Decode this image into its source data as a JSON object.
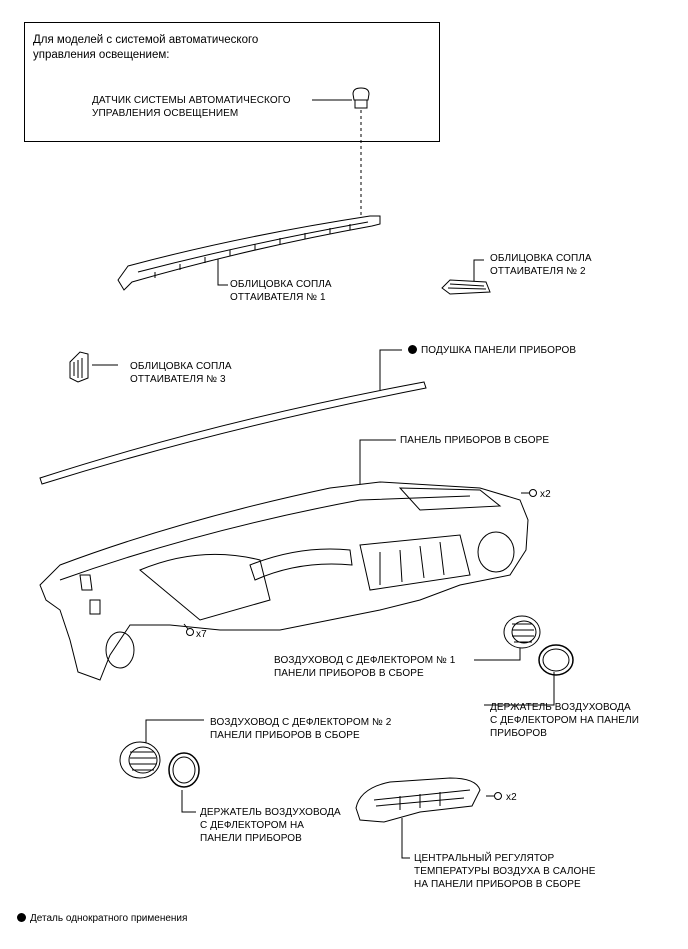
{
  "box_caption": "Для моделей с системой автоматического\nуправления освещением:",
  "labels": {
    "sensor": "ДАТЧИК СИСТЕМЫ АВТОМАТИЧЕСКОГО\nУПРАВЛЕНИЯ ОСВЕЩЕНИЕМ",
    "defroster1": "ОБЛИЦОВКА СОПЛА\nОТТАИВАТЕЛЯ № 1",
    "defroster2": "ОБЛИЦОВКА СОПЛА\nОТТАИВАТЕЛЯ № 2",
    "defroster3": "ОБЛИЦОВКА СОПЛА\nОТТАИВАТЕЛЯ № 3",
    "cushion": "ПОДУШКА ПАНЕЛИ ПРИБОРОВ",
    "panel": "ПАНЕЛЬ ПРИБОРОВ В СБОРЕ",
    "screws_panel_right": "x2",
    "screws_panel_bottom": "x7",
    "duct1": "ВОЗДУХОВОД С ДЕФЛЕКТОРОМ № 1\nПАНЕЛИ ПРИБОРОВ В СБОРЕ",
    "holder_right": "ДЕРЖАТЕЛЬ ВОЗДУХОВОДА\nС ДЕФЛЕКТОРОМ НА ПАНЕЛИ\nПРИБОРОВ",
    "duct2": "ВОЗДУХОВОД С ДЕФЛЕКТОРОМ № 2\nПАНЕЛИ ПРИБОРОВ В СБОРЕ",
    "holder_left": "ДЕРЖАТЕЛЬ ВОЗДУХОВОДА\nС ДЕФЛЕКТОРОМ НА\nПАНЕЛИ ПРИБОРОВ",
    "screws_center": "x2",
    "center_register": "ЦЕНТРАЛЬНЫЙ РЕГУЛЯТОР\nТЕМПЕРАТУРЫ ВОЗДУХА В САЛОНЕ\nНА ПАНЕЛИ ПРИБОРОВ В СБОРЕ"
  },
  "legend": "Деталь однократного применения",
  "colors": {
    "line": "#000000",
    "part_fill": "#ffffff",
    "shade": "#cfcfcf"
  }
}
